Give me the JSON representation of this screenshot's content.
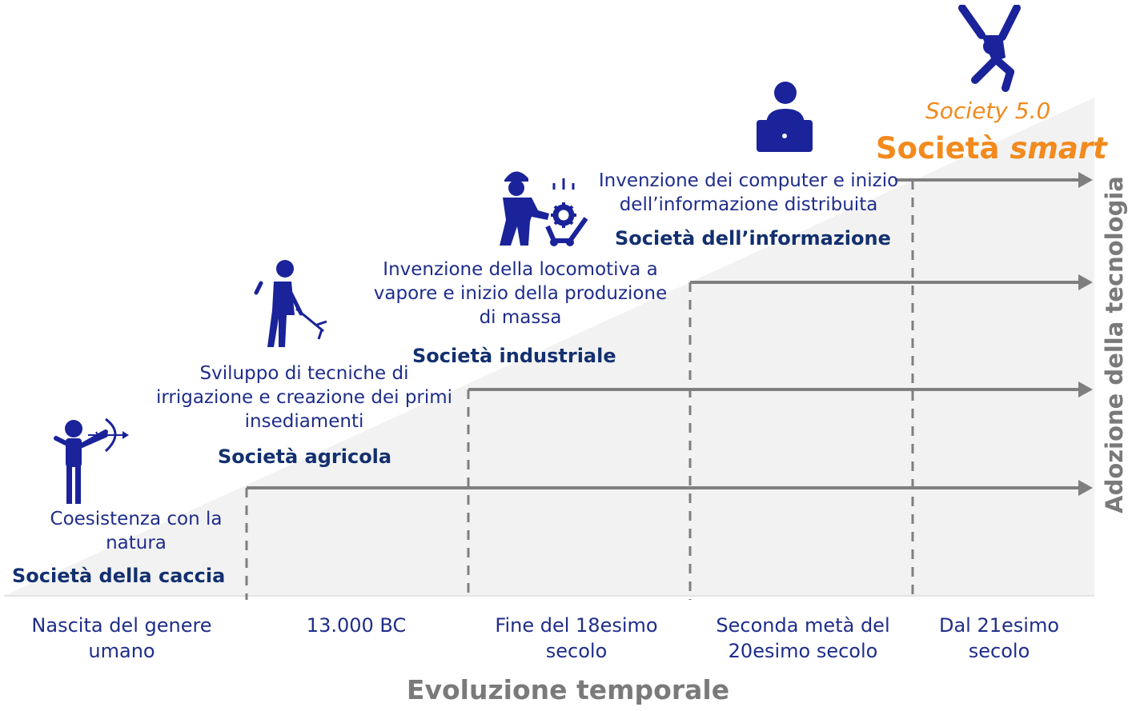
{
  "axes": {
    "x_title": "Evoluzione temporale",
    "y_title": "Adozione della tecnologia"
  },
  "periods": [
    {
      "line1": "Nascita del genere",
      "line2": "umano"
    },
    {
      "line1": "13.000 BC",
      "line2": ""
    },
    {
      "line1": "Fine del 18esimo",
      "line2": "secolo"
    },
    {
      "line1": "Seconda metà del",
      "line2": "20esimo secolo"
    },
    {
      "line1": "Dal 21esimo",
      "line2": "secolo"
    }
  ],
  "stages": [
    {
      "name": "Società della caccia",
      "desc_lines": [
        "Coesistenza con la",
        "natura"
      ],
      "icon": "archer-icon"
    },
    {
      "name": "Società agricola",
      "desc_lines": [
        "Sviluppo di tecniche di",
        "irrigazione e creazione dei primi",
        "insediamenti"
      ],
      "icon": "farmer-hoe-icon"
    },
    {
      "name": "Società industriale",
      "desc_lines": [
        "Invenzione della locomotiva a",
        "vapore e inizio della produzione",
        "di massa"
      ],
      "icon": "industrial-worker-icon"
    },
    {
      "name": "Società dell’informazione",
      "desc_lines": [
        "Invenzione dei computer e inizio",
        "dell’informazione distribuita"
      ],
      "icon": "computer-user-icon"
    },
    {
      "name_prefix": "Società ",
      "name_emphasis": "smart",
      "subtitle": "Society 5.0",
      "icon": "jumping-person-icon"
    }
  ],
  "colors": {
    "icons": "#1a2399",
    "descriptions": "#1f2d8a",
    "stage_names": "#13306f",
    "smart": "#f28a1e",
    "axis_titles": "#7a7a7a",
    "arrows": "#7f7f7f",
    "wedge": "#f2f2f2"
  }
}
